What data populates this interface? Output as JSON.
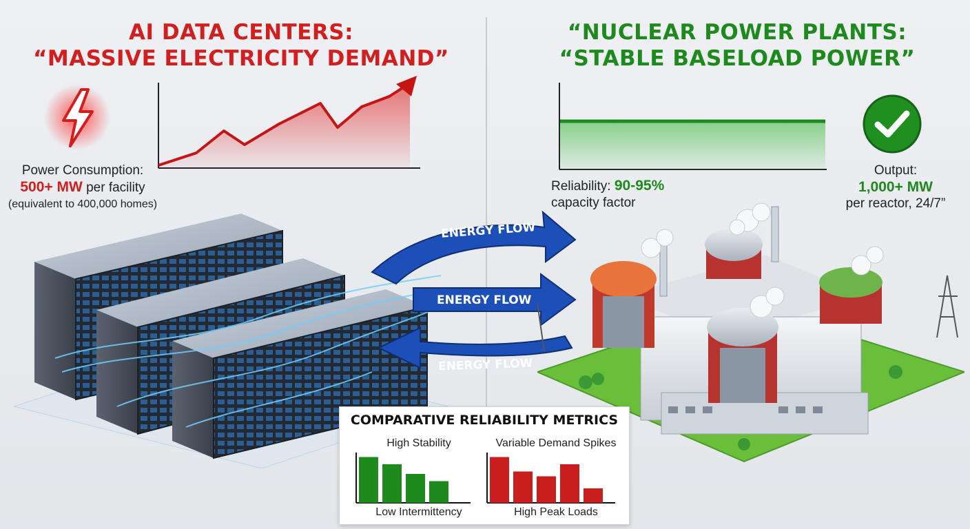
{
  "left": {
    "title_line1": "AI DATA CENTERS:",
    "title_line2": "“MASSIVE ELECTRICITY DEMAND”",
    "stat_label": "Power Consumption:",
    "stat_value": "500+ MW",
    "stat_unit": "per facility",
    "stat_note": "(equivalent to 400,000 homes)",
    "icon": "lightning-bolt-icon",
    "color": "#d11f1f"
  },
  "right": {
    "title_line1": "“NUCLEAR POWER PLANTS:",
    "title_line2": "“STABLE BASELOAD POWER”",
    "reliability_label": "Reliability:",
    "reliability_value": "90-95%",
    "reliability_note": "capacity factor",
    "output_label": "Output:",
    "output_value": "1,000+ MW",
    "output_note": "per reactor, 24/7”",
    "icon": "checkmark-icon",
    "color": "#1e8a1e"
  },
  "flows": [
    {
      "label": "ENERGY FLOW",
      "direction": "right"
    },
    {
      "label": "ENERGY FLOW",
      "direction": "right"
    },
    {
      "label": "ENERGY FLOW",
      "direction": "left"
    }
  ],
  "metrics": {
    "title": "COMPARATIVE RELIABILITY METRICS",
    "left_top": "High Stability",
    "left_bottom": "Low Intermittency",
    "right_top": "Variable Demand Spikes",
    "right_bottom": "High Peak Loads"
  },
  "chart_data": [
    {
      "type": "bar",
      "name": "High Stability",
      "values": [
        0.95,
        0.8,
        0.6,
        0.45
      ],
      "color": "#1e8a1e"
    },
    {
      "type": "bar",
      "name": "Variable Demand Spikes",
      "values": [
        0.95,
        0.65,
        0.55,
        0.8,
        0.3
      ],
      "color": "#c81e1e"
    }
  ]
}
